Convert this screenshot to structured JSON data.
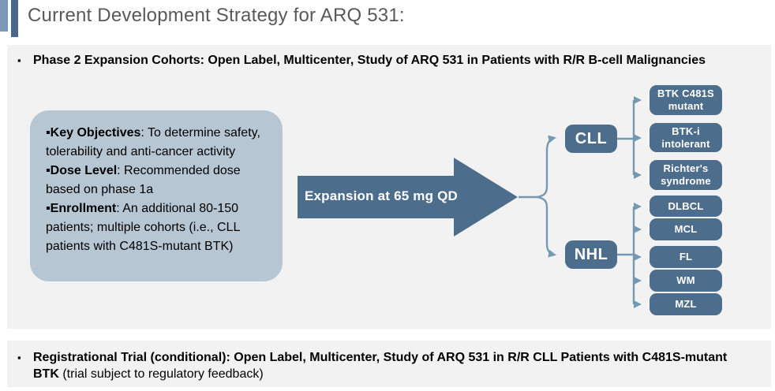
{
  "slide": {
    "title": "Current Development Strategy for ARQ 531:"
  },
  "glyphs": {
    "square_bullet": "▪"
  },
  "bullets": {
    "phase2": {
      "bold": "Phase 2 Expansion Cohorts: Open Label, Multicenter, Study of ARQ 531 in Patients with R/R B-cell Malignancies"
    },
    "registrational": {
      "bold": "Registrational Trial (conditional): Open Label, Multicenter, Study of ARQ 531 in R/R CLL Patients with C481S-mutant BTK",
      "normal": " (trial subject to regulatory feedback)"
    }
  },
  "objectives_box": {
    "items": [
      {
        "label": "Key Objectives",
        "text": ": To determine safety, tolerability and anti-cancer activity"
      },
      {
        "label": "Dose Level",
        "text": ": Recommended dose based on phase 1a"
      },
      {
        "label": "Enrollment",
        "text": ": An additional 80-150 patients; multiple cohorts (i.e., CLL patients with C481S-mutant BTK)"
      }
    ]
  },
  "flow": {
    "arrow_label": "Expansion at 65 mg QD",
    "cll": {
      "label": "CLL",
      "children": [
        "BTK C481S mutant",
        "BTK-i intolerant",
        "Richter's syndrome"
      ]
    },
    "nhl": {
      "label": "NHL",
      "children": [
        "DLBCL",
        "MCL",
        "FL",
        "WM",
        "MZL"
      ]
    }
  },
  "colors": {
    "accent_dark": "#4d6d8c",
    "bar_light": "#7b99b6",
    "bar_dark": "#47688c",
    "panel_bg": "#f2f2f2",
    "objectives_bg": "#b6c6d3",
    "connector": "#7499b3",
    "title_text": "#595959"
  }
}
